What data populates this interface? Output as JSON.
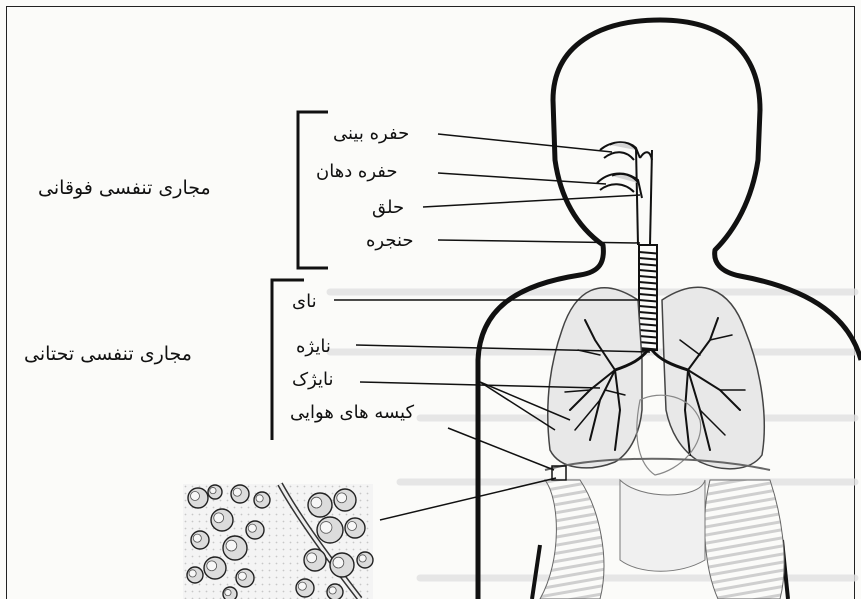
{
  "groups": {
    "upper": "مجاری تنفسی فوقانی",
    "lower": "مجاری تنفسی تحتانی"
  },
  "labels": {
    "nasal_cavity": "حفره بینی",
    "mouth_cavity": "حفره دهان",
    "pharynx": "حلق",
    "larynx": "حنجره",
    "trachea": "نای",
    "bronchus": "نایژه",
    "bronchiole": "نایژک",
    "air_sacs": "کیسه های هوایی"
  },
  "colors": {
    "ink": "#111111",
    "paper": "#fbfbf9",
    "lung_shade": "#c9c9c9",
    "faint_text": "#d8d8d8"
  }
}
